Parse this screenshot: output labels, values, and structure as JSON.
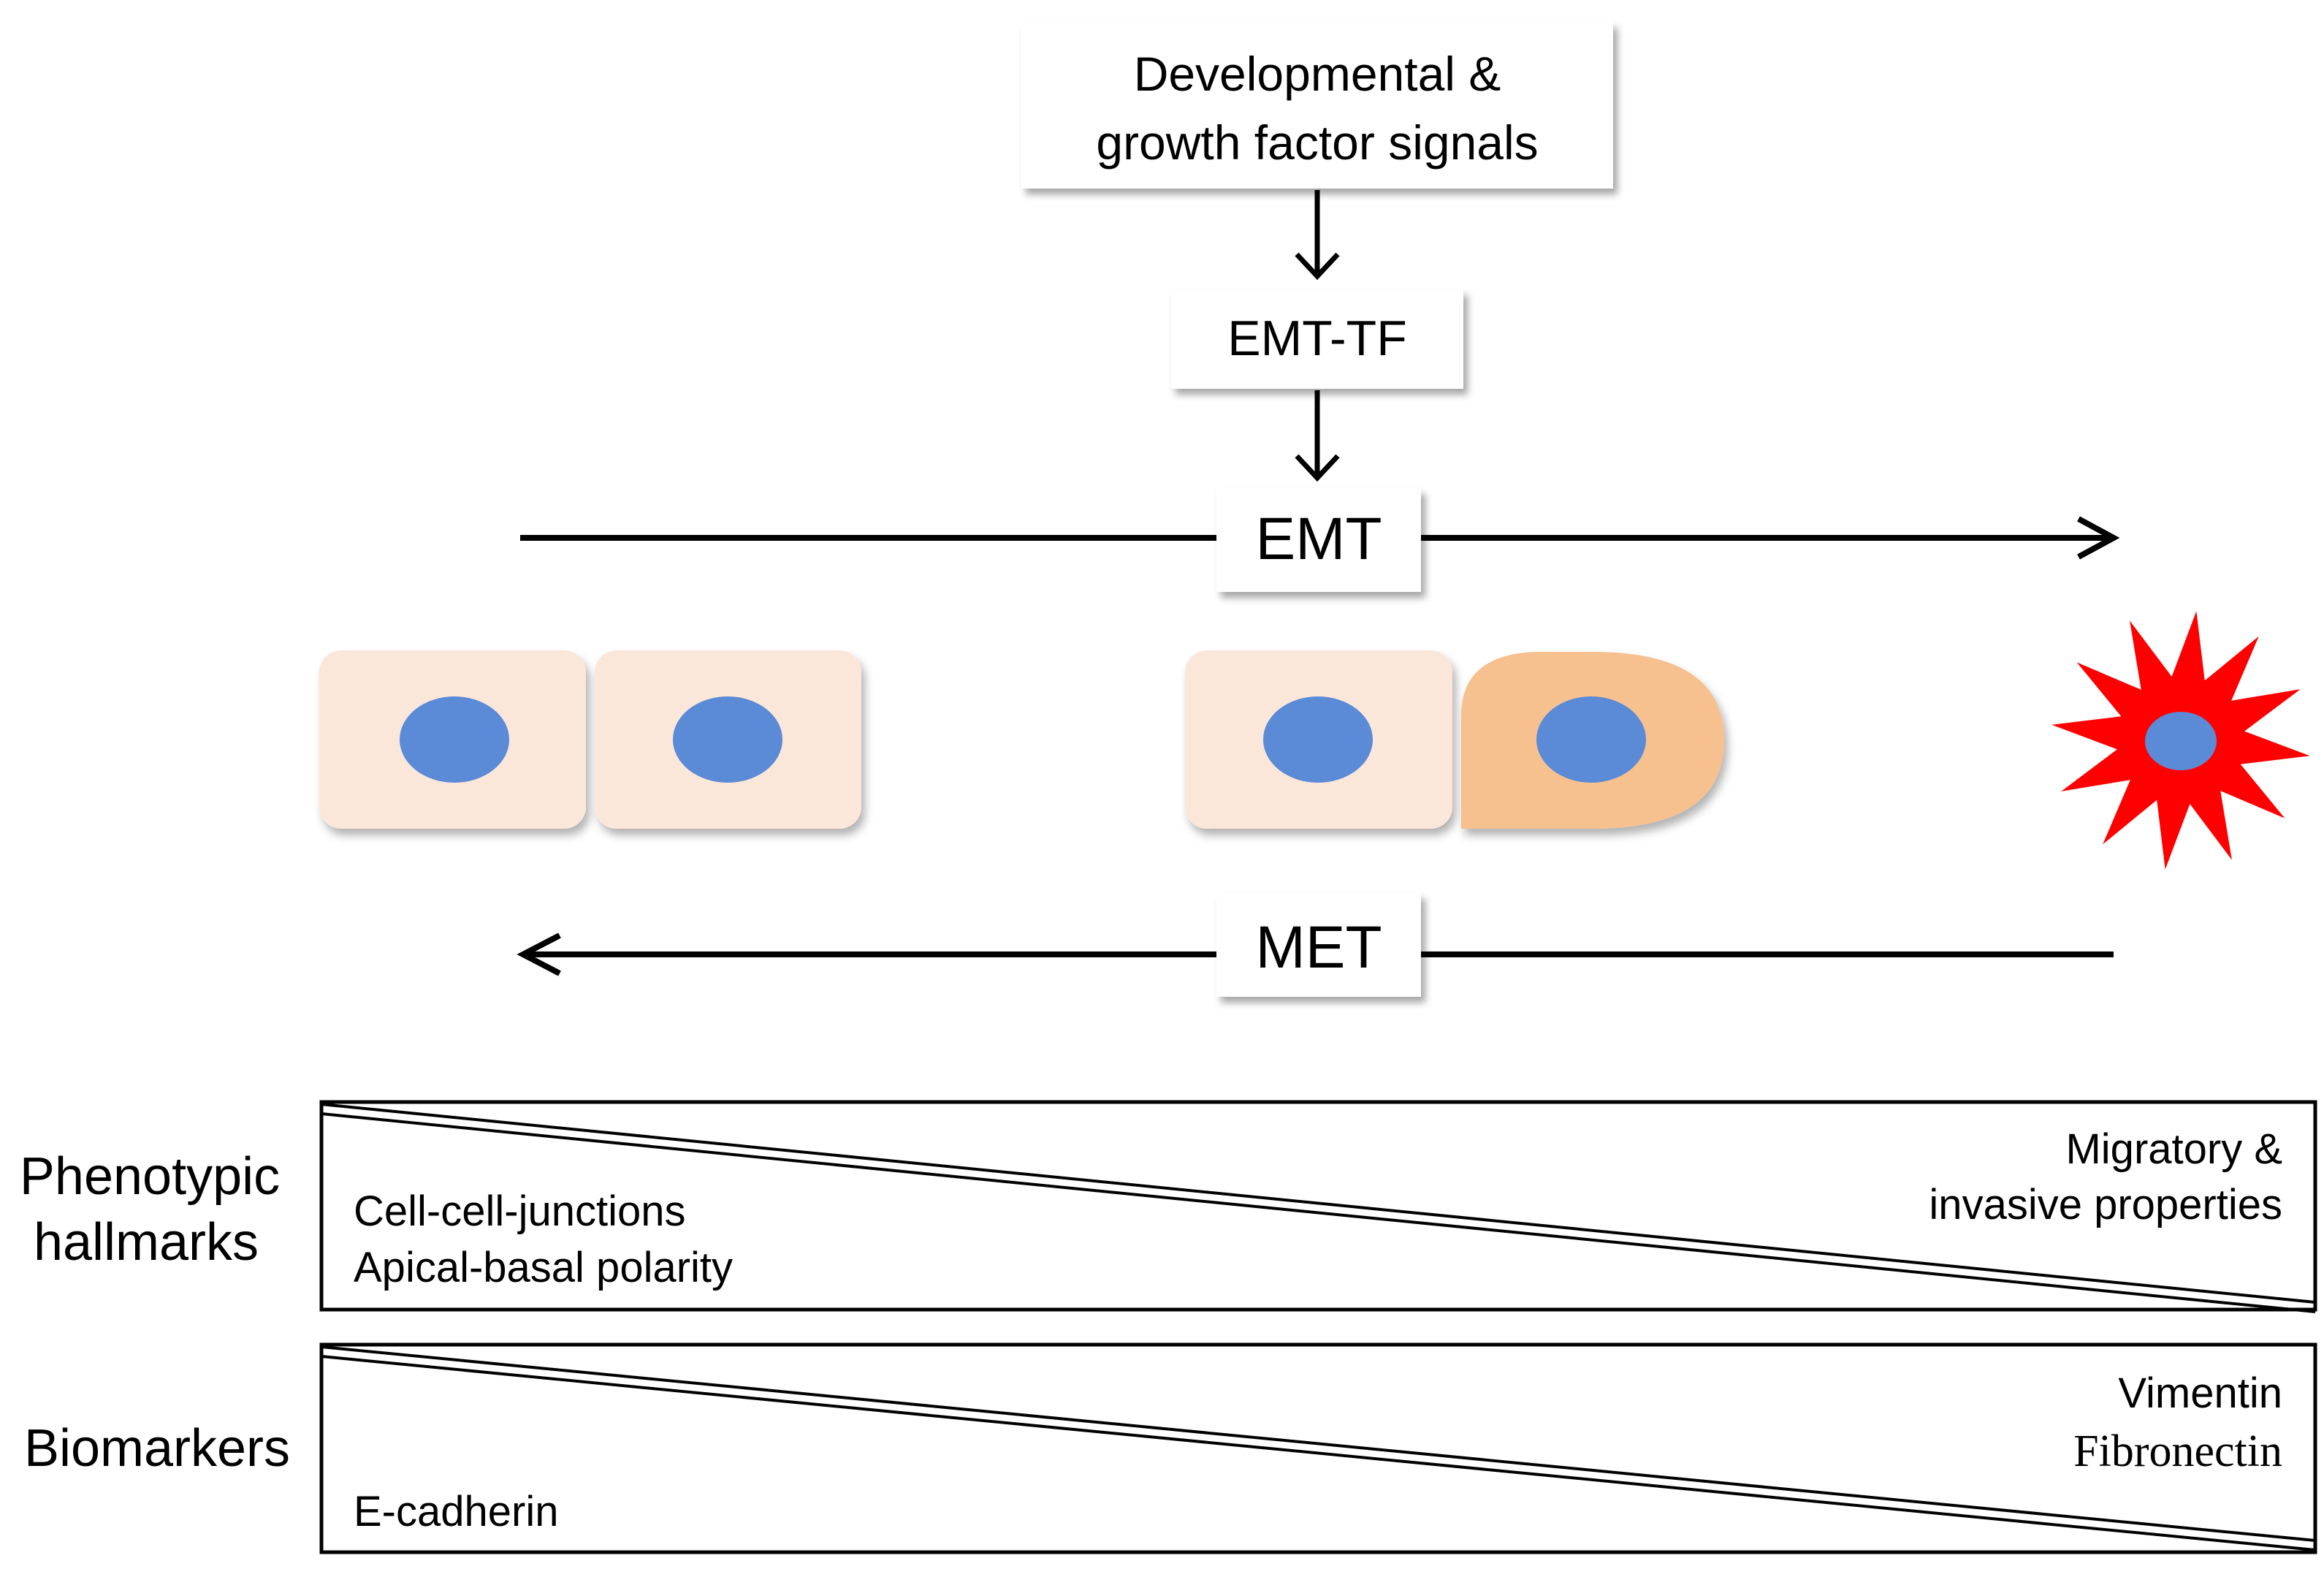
{
  "signals_box": {
    "line1": "Developmental &",
    "line2": "growth factor signals"
  },
  "emt_tf_label": "EMT-TF",
  "emt_label": "EMT",
  "met_label": "MET",
  "phenotypic": {
    "row_label_line1": "Phenotypic",
    "row_label_line2": "hallmarks",
    "left_line1": "Cell-cell-junctions",
    "left_line2": "Apical-basal polarity",
    "right_line1": "Migratory &",
    "right_line2": "invasive properties"
  },
  "biomarkers": {
    "row_label": "Biomarkers",
    "left": "E-cadherin",
    "right_line1": "Vimentin",
    "right_line2": "Fibronectin"
  },
  "colors": {
    "epithelial_cell": "#fbe7da",
    "transitional_cell": "#f6c08f",
    "nucleus": "#5b8ad6",
    "mesenchymal_star": "#ff0000",
    "arrows": "#000000"
  }
}
